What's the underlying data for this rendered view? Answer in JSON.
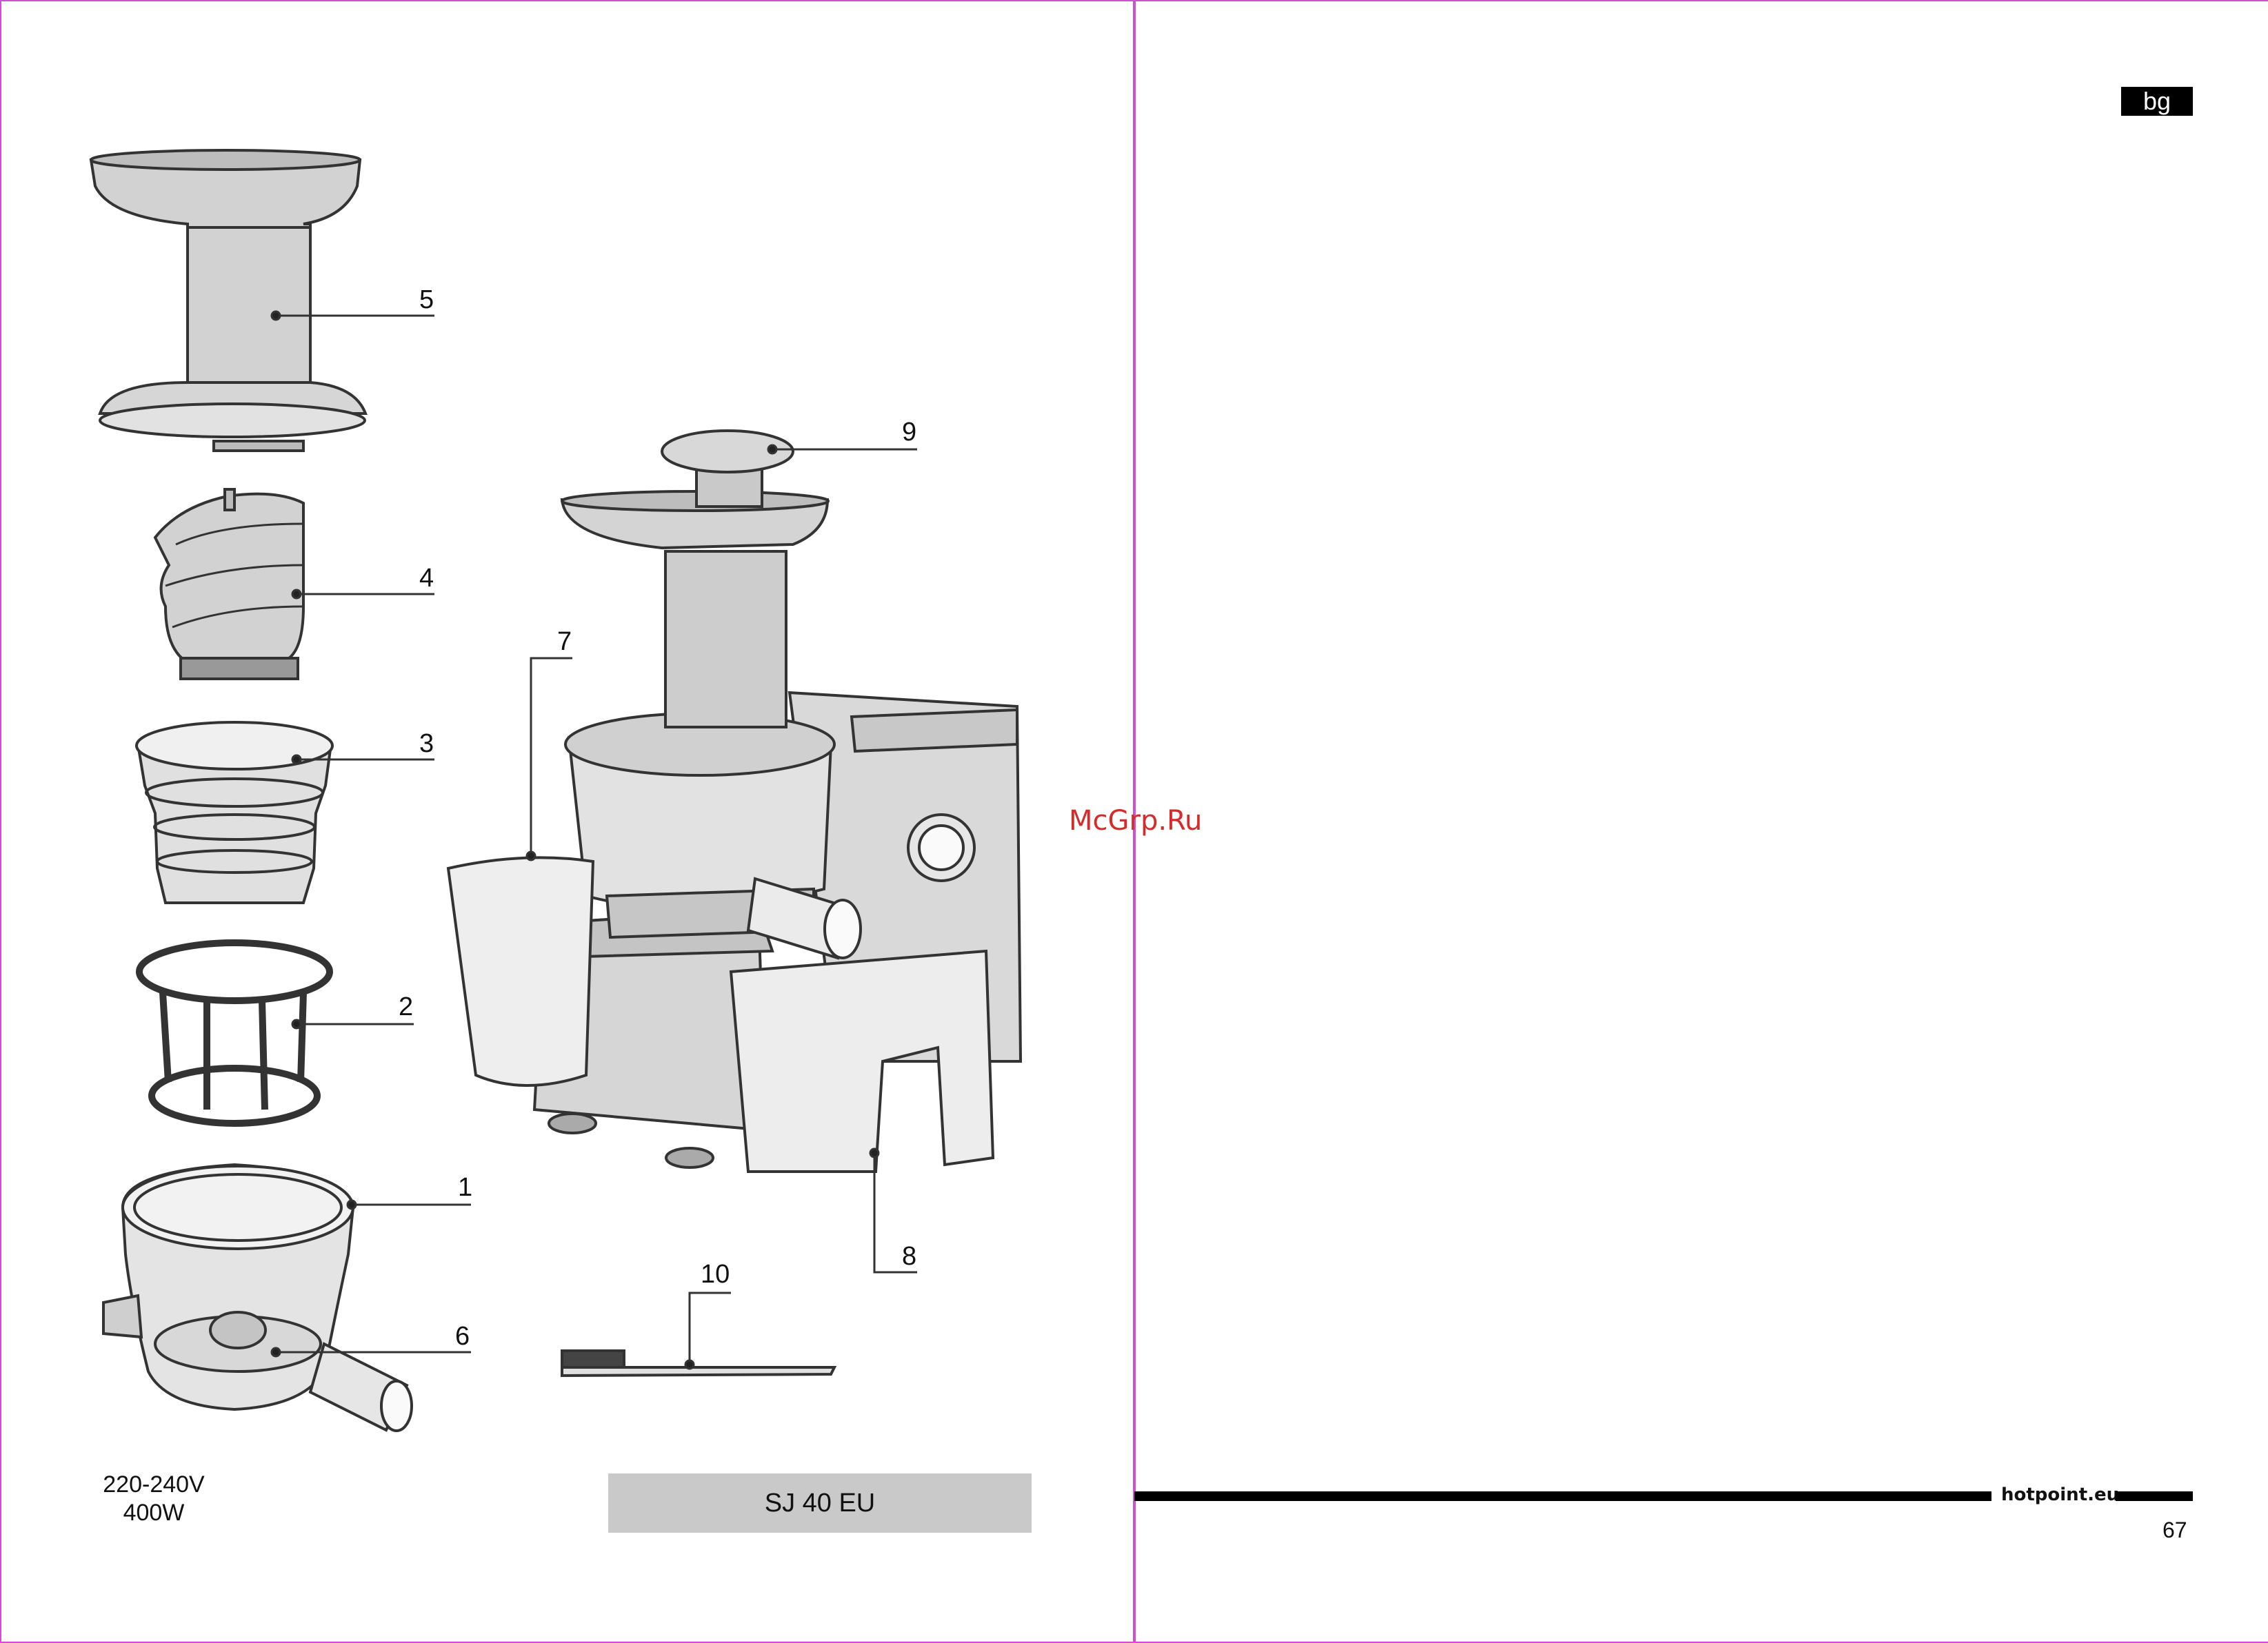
{
  "callouts": {
    "c1": "1",
    "c2": "2",
    "c3": "3",
    "c4": "4",
    "c5": "5",
    "c6": "6",
    "c7": "7",
    "c8": "8",
    "c9": "9",
    "c10": "10"
  },
  "specs": {
    "voltage": "220-240V",
    "power": "400W"
  },
  "model": "SJ 40 EU",
  "language_tag": "bg",
  "watermark": "McGrp.Ru",
  "footer": {
    "brand": "hotpoint.eu",
    "page_number": "67"
  },
  "colors": {
    "part_fill": "#cfcfcf",
    "outline": "#333333",
    "model_box": "#c9c9c9",
    "page_border": "#d24fd2",
    "watermark": "#d62b2b"
  }
}
